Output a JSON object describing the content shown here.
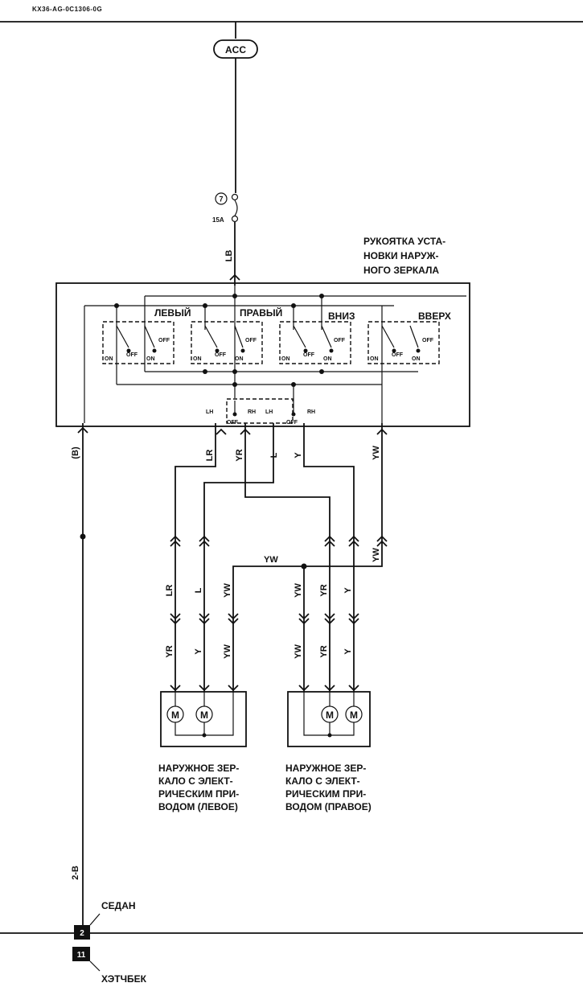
{
  "header": {
    "code": "KX36-AG-0C1306-0G"
  },
  "power": {
    "acc": "ACC",
    "fuse_number": "7",
    "fuse_rating": "15A",
    "wire_lb": "LB"
  },
  "switch": {
    "title": [
      "РУКОЯТКА УСТА-",
      "НОВКИ НАРУЖ-",
      "НОГО ЗЕРКАЛА"
    ],
    "labels": {
      "left": "ЛЕВЫЙ",
      "right": "ПРАВЫЙ",
      "down": "ВНИЗ",
      "up": "ВВЕРХ"
    },
    "contact_on": "ON",
    "contact_off": "OFF",
    "selector": {
      "lh": "LH",
      "rh": "RH",
      "off": "OFF"
    }
  },
  "wires": {
    "ground_b": "(B)",
    "lr": "LR",
    "yr": "YR",
    "l": "L",
    "y": "Y",
    "yw": "YW",
    "ground_2b": "2-B"
  },
  "motors": {
    "symbol": "M",
    "left_label": [
      "НАРУЖНОЕ ЗЕР-",
      "КАЛО С ЭЛЕКТ-",
      "РИЧЕСКИМ ПРИ-",
      "ВОДОМ (ЛЕВОЕ)"
    ],
    "right_label": [
      "НАРУЖНОЕ ЗЕР-",
      "КАЛО С ЭЛЕКТ-",
      "РИЧЕСКИМ ПРИ-",
      "ВОДОМ (ПРАВОЕ)"
    ]
  },
  "ground": {
    "sedan_num": "2",
    "sedan_label": "СЕДАН",
    "hatch_num": "11",
    "hatch_label": "ХЭТЧБЕК"
  }
}
